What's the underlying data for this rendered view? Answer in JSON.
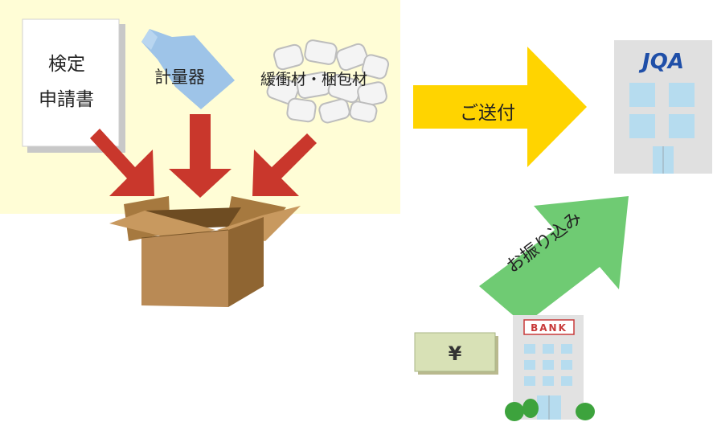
{
  "document": {
    "line1": "検定",
    "line2": "申請書"
  },
  "meter": {
    "label": "計量器"
  },
  "packing": {
    "label": "緩衝材・梱包材"
  },
  "send_arrow": {
    "label": "ご送付"
  },
  "payment_arrow": {
    "label": "お振り込み"
  },
  "jqa_building": {
    "logo": "JQA"
  },
  "bank": {
    "sign": "BANK"
  },
  "money": {
    "symbol": "¥"
  },
  "colors": {
    "highlight_area": "#FFFDD6",
    "down_arrows": "#C9372C",
    "send_arrow": "#FFD400",
    "payment_arrow": "#6FCB73",
    "cardboard": "#B98A55",
    "meter": "#9EC4E8",
    "jqa_logo": "#1F4FA8"
  }
}
